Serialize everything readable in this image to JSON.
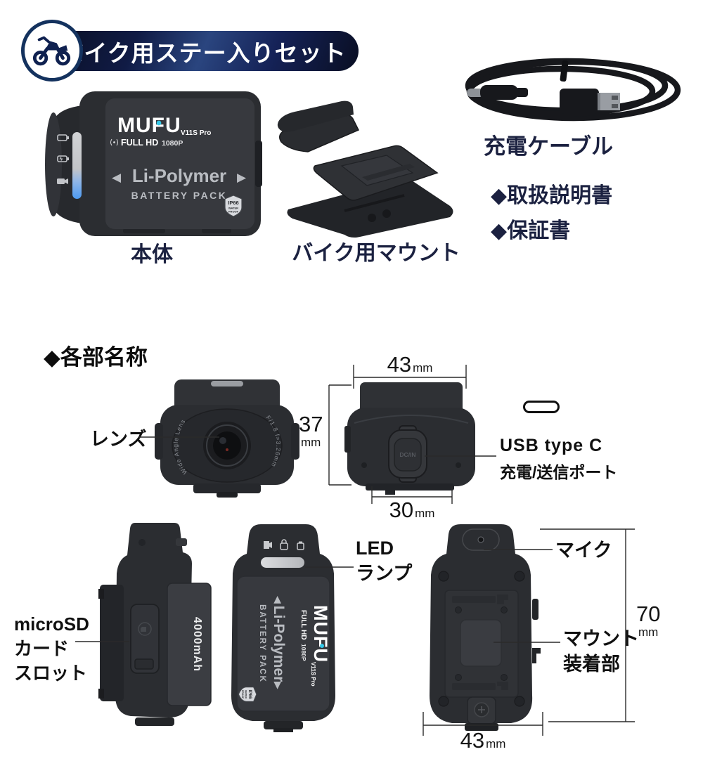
{
  "header": {
    "title": "バイク用ステー入りセット"
  },
  "products": {
    "body_label": "本体",
    "mount_label": "バイク用マウント",
    "cable_label": "充電ケーブル",
    "manual": "◆取扱説明書",
    "warranty": "◆保証書"
  },
  "branding": {
    "logo": "MUFU",
    "model": "V11S Pro",
    "resolution": "FULL HD",
    "resolution2": "1080P",
    "battery_type": "Li-Polymer",
    "battery_pack": "BATTERY PACK",
    "arrow_left": "◀",
    "arrow_right": "▶",
    "ip_line1": "IP66",
    "ip_line2": "WATER",
    "ip_line3": "PROOF",
    "capacity": "4000mAh",
    "port": "DC/IN",
    "lens_arc_left": "Wide Angle Lens",
    "lens_arc_right": "F/1.8 f=3.26mm"
  },
  "parts": {
    "heading": "◆各部名称",
    "lens": "レンズ",
    "usb_line1": "USB type C",
    "usb_line2": "充電/送信ポート",
    "led_line1": "LED",
    "led_line2": "ランプ",
    "mic": "マイク",
    "sd_line1": "microSD",
    "sd_line2": "カード",
    "sd_line3": "スロット",
    "mount_line1": "マウント",
    "mount_line2": "装着部"
  },
  "dimensions": {
    "top_width": {
      "value": "43",
      "unit": "mm"
    },
    "side_height": {
      "value": "37",
      "unit": "mm"
    },
    "base_width": {
      "value": "30",
      "unit": "mm"
    },
    "back_height": {
      "value": "70",
      "unit": "mm"
    },
    "back_width": {
      "value": "43",
      "unit": "mm"
    }
  },
  "colors": {
    "banner_navy": "#101b45",
    "label_navy": "#1b2140",
    "text_black": "#101010",
    "device_body": "#2b2d31",
    "device_panel": "#37393e",
    "led_blue": "#57a0f2",
    "logo_dot_cyan": "#35c8e8"
  }
}
